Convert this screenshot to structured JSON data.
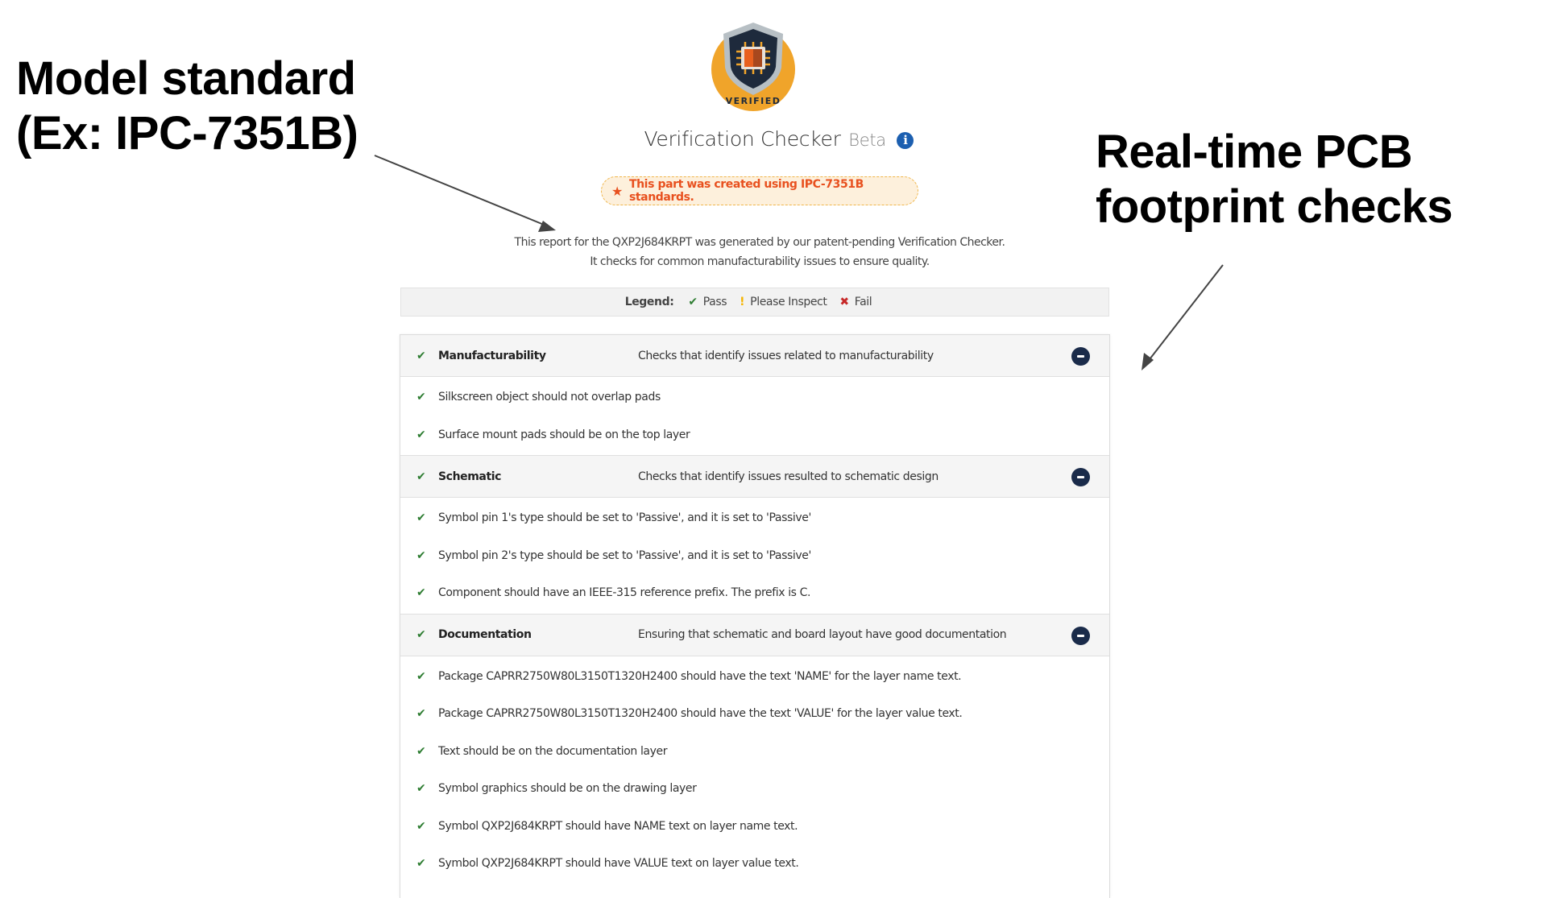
{
  "annotations": {
    "left_line1": "Model standard",
    "left_line2": "(Ex: IPC-7351B)",
    "right_line1": "Real-time PCB",
    "right_line2": "footprint checks"
  },
  "logo": {
    "label": "VERIFIED",
    "icon": "shield-chip-badge"
  },
  "header": {
    "title": "Verification Checker",
    "beta": "Beta",
    "info_icon": "i"
  },
  "badge": {
    "icon": "★",
    "text": "This part was created using IPC-7351B standards."
  },
  "description": {
    "line1": "This report for the QXP2J684KRPT was generated by our patent-pending Verification Checker.",
    "line2": "It checks for common manufacturability issues to ensure quality."
  },
  "legend": {
    "label": "Legend:",
    "items": [
      {
        "icon": "✔",
        "label": "Pass",
        "color": "#2e7d32"
      },
      {
        "icon": "!",
        "label": "Please Inspect",
        "color": "#f5b400"
      },
      {
        "icon": "✖",
        "label": "Fail",
        "color": "#c62828"
      }
    ]
  },
  "sections": [
    {
      "name": "Manufacturability",
      "description": "Checks that identify issues related to manufacturability",
      "status": "pass",
      "items": [
        "Silkscreen object should not overlap pads",
        "Surface mount pads should be on the top layer"
      ]
    },
    {
      "name": "Schematic",
      "description": "Checks that identify issues resulted to schematic design",
      "status": "pass",
      "items": [
        "Symbol pin 1's type should be set to 'Passive', and it is set to 'Passive'",
        "Symbol pin 2's type should be set to 'Passive', and it is set to 'Passive'",
        "Component should have an IEEE-315 reference prefix. The prefix is C."
      ]
    },
    {
      "name": "Documentation",
      "description": "Ensuring that schematic and board layout have good documentation",
      "status": "pass",
      "items": [
        "Package CAPRR2750W80L3150T1320H2400 should have the text 'NAME' for the layer name text.",
        "Package CAPRR2750W80L3150T1320H2400 should have the text 'VALUE' for the layer value text.",
        "Text should be on the documentation layer",
        "Symbol graphics should be on the drawing layer",
        "Symbol QXP2J684KRPT should have NAME text on layer name text.",
        "Symbol QXP2J684KRPT should have VALUE text on layer value text."
      ]
    }
  ],
  "colors": {
    "pass": "#2e7d32",
    "warn": "#f5b400",
    "fail": "#c62828",
    "badge_text": "#e8501e",
    "badge_bg": "#fdf0dc",
    "toggle": "#1a2b4a",
    "logo_circle": "#f0a42a",
    "logo_shield": "#1e2a3c"
  }
}
